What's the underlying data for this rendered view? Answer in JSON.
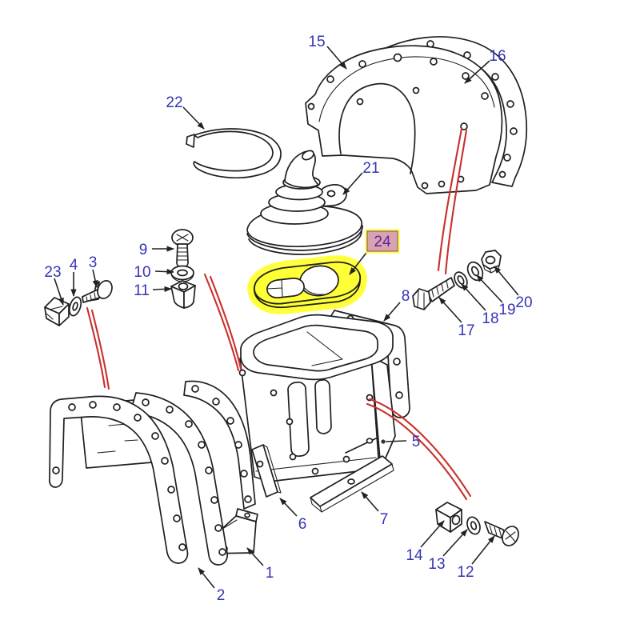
{
  "diagram": {
    "type": "exploded-parts-diagram",
    "background": "#ffffff",
    "colors": {
      "line": "#1f1f1f",
      "label": "#3534b4",
      "leader": "#222222",
      "red_leader": "#c8302c",
      "highlight": "#ffff35",
      "highlight_label_bg": "#d8a2ae",
      "highlight_label_border": "#7c5560",
      "highlight_label_text": "#5a24a0"
    },
    "highlighted_part": "24",
    "callouts": {
      "1": "1",
      "2": "2",
      "3": "3",
      "4": "4",
      "5": "5",
      "6": "6",
      "7": "7",
      "8": "8",
      "9": "9",
      "10": "10",
      "11": "11",
      "12": "12",
      "13": "13",
      "14": "14",
      "15": "15",
      "16": "16",
      "17": "17",
      "18": "18",
      "19": "19",
      "20": "20",
      "21": "21",
      "22": "22",
      "23": "23",
      "24": "24"
    }
  }
}
